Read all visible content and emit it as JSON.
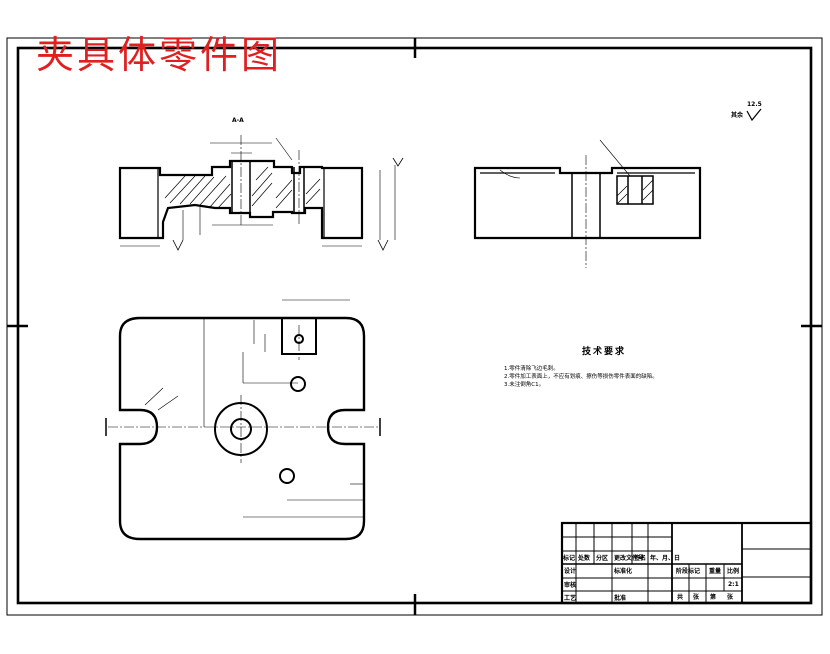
{
  "title": "夹具体零件图",
  "colors": {
    "title": "#e02020",
    "ink": "#000000",
    "paper": "#ffffff"
  },
  "section_label": "A-A",
  "roughness_note": {
    "prefix": "其余",
    "value": "12.5"
  },
  "tech_requirements": {
    "title": "技术要求",
    "lines": [
      "1.零件清除飞边毛刺。",
      "2.零件加工表面上，不应有划痕、擦伤等损伤零件表面的缺陷。",
      "3.未注倒角C1。"
    ]
  },
  "title_block": {
    "row1": [
      "标记",
      "处数",
      "分区",
      "更改文件号",
      "签名",
      "年、月、日"
    ],
    "design": "设计",
    "standard": "标准化",
    "review": "审核",
    "craft": "工艺",
    "approve": "批准",
    "stage_header": [
      "阶段标记",
      "重量",
      "比例"
    ],
    "scale": "2:1",
    "sheets": [
      "共",
      "张",
      "第",
      "张"
    ]
  }
}
